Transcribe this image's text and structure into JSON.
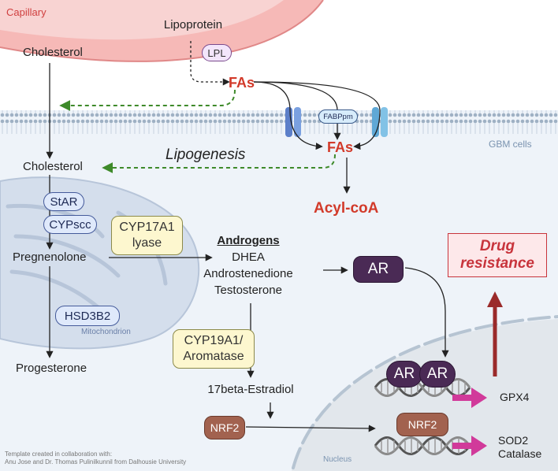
{
  "labels": {
    "capillary": "Capillary",
    "gbm_cells": "GBM cells",
    "lipoprotein": "Lipoprotein",
    "cholesterol_top": "Cholesterol",
    "cholesterol_mid": "Cholesterol",
    "lpl": "LPL",
    "fas_top": "FAs",
    "fabppm": "FABPpm",
    "fas_inside": "FAs",
    "lipogenesis": "Lipogenesis",
    "acyl_coa": "Acyl-coA",
    "star": "StAR",
    "cypscc": "CYPscc",
    "cyp17a1_line1": "CYP17A1",
    "cyp17a1_line2": "lyase",
    "pregnenolone": "Pregnenolone",
    "androgens_title": "Androgens",
    "androgens_1": "DHEA",
    "androgens_2": "Androstenedione",
    "androgens_3": "Testosterone",
    "ar": "AR",
    "hsd3b2": "HSD3B2",
    "mitochondrion": "Mitochondrion",
    "progesterone": "Progesterone",
    "cyp19a1_line1": "CYP19A1/",
    "cyp19a1_line2": "Aromatase",
    "estradiol": "17beta-Estradiol",
    "nrf2_left": "NRF2",
    "ar_dimer_1": "AR",
    "ar_dimer_2": "AR",
    "gpx4": "GPX4",
    "nrf2_right": "NRF2",
    "sod2": "SOD2",
    "catalase": "Catalase",
    "nucleus": "Nucleus",
    "drug_line1": "Drug",
    "drug_line2": "resistance",
    "credit_line1": "Template created in collaboration with:",
    "credit_line2": "Anu Jose and Dr. Thomas Pulinilkunnil from Dalhousie University"
  },
  "colors": {
    "capillary": "#f0a0a0",
    "membrane": "#9fb1c4",
    "cell_bg": "#eef3f9",
    "nucleus_bg": "#e2e7ec",
    "mitochondrion": "#cfd9e8",
    "lipid_green": "#3e8a2a",
    "red_text": "#d23a2a",
    "magenta_arrow": "#d13a9a",
    "drug_arrow": "#9a2a2a"
  }
}
